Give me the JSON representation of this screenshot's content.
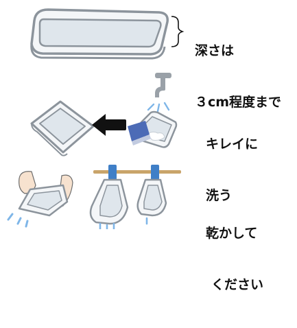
{
  "steps": [
    {
      "lines": [
        "深さは",
        "３cm程度まで"
      ]
    },
    {
      "lines": [
        "キレイに",
        "洗う"
      ]
    },
    {
      "lines": [
        "乾かして",
        "ください"
      ]
    }
  ],
  "colors": {
    "tray_outline": "#8c949c",
    "tray_fill": "#f4f6f8",
    "inner_fill": "#dfe6ec",
    "sponge": "#4c6bb6",
    "clip": "#3f7fc7",
    "rod": "#c9a46a",
    "faucet": "#9aa1a8",
    "water": "#7fb6e8",
    "skin": "#f7e2cf",
    "arrow": "#111111"
  },
  "icons": [
    "shallow-tray-icon",
    "bracket-icon",
    "faucet-icon",
    "sponge-icon",
    "left-arrow-icon",
    "hands-icon",
    "clothes-rod-icon",
    "water-drops-icon"
  ]
}
